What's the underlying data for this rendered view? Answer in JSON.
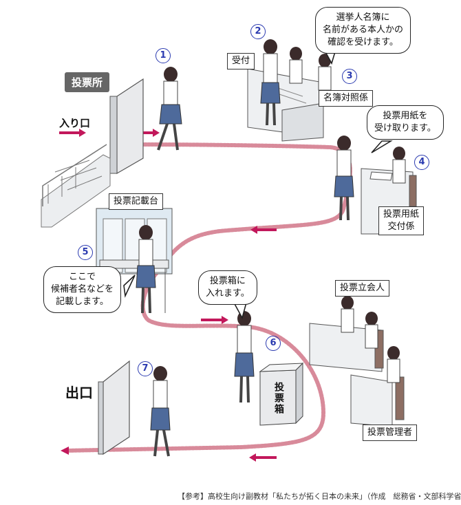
{
  "labels": {
    "polling_station": "投票所",
    "entrance": "入り口",
    "exit": "出口",
    "reception": "受付",
    "roll_checker": "名簿対照係",
    "ballot_issuer_line1": "投票用紙",
    "ballot_issuer_line2": "交付係",
    "writing_desk": "投票記載台",
    "observer": "投票立会人",
    "box_manager": "投票管理者",
    "ballot_box": "投票箱"
  },
  "steps": [
    "1",
    "2",
    "3",
    "4",
    "5",
    "6",
    "7"
  ],
  "bubbles": {
    "confirm": [
      "選挙人名簿に",
      "名前がある本人かの",
      "確認を受けます。"
    ],
    "receive": [
      "投票用紙を",
      "受け取ります。"
    ],
    "write": [
      "ここで",
      "候補者名などを",
      "記載します。"
    ],
    "insert": [
      "投票箱に",
      "入れます。"
    ]
  },
  "footer": "【参考】高校生向け副教材「私たちが拓く日本の未来」（作成　総務省・文部科学省）",
  "colors": {
    "path": "#d88a9a",
    "arrow": "#c2185b",
    "number": "#2a3ab0"
  }
}
